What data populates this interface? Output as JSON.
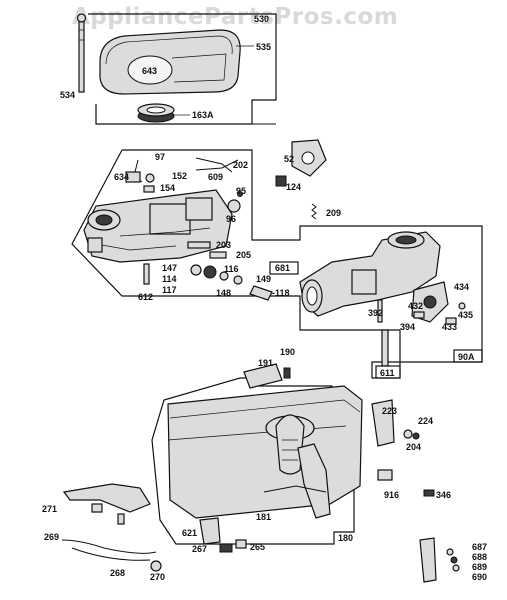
{
  "watermark": "AppliancePartsPros.com",
  "labels": {
    "p530": "530",
    "p535": "535",
    "p643": "643",
    "p534": "534",
    "p163a": "163A",
    "p97": "97",
    "p202": "202",
    "p634": "634",
    "p152": "152",
    "p609": "609",
    "p154": "154",
    "p95": "95",
    "p96": "96",
    "p52": "52",
    "p124": "124",
    "p209": "209",
    "p203": "203",
    "p205": "205",
    "p147": "147",
    "p116": "116",
    "p681": "681",
    "p114": "114",
    "p149": "149",
    "p117": "117",
    "p148": "148",
    "p118": "-118",
    "p612": "612",
    "p434": "434",
    "p432": "432",
    "p392": "392",
    "p435": "435",
    "p433": "433",
    "p394": "394",
    "p90a": "90A",
    "p611": "611",
    "p190": "190",
    "p191": "191",
    "p223": "223",
    "p224": "224",
    "p204": "204",
    "p916": "916",
    "p346": "346",
    "p271": "271",
    "p181": "181",
    "p180": "180",
    "p621": "621",
    "p267": "267",
    "p265": "265",
    "p269": "269",
    "p268": "268",
    "p270": "270",
    "p687": "687",
    "p688": "688",
    "p689": "689",
    "p690": "690"
  }
}
